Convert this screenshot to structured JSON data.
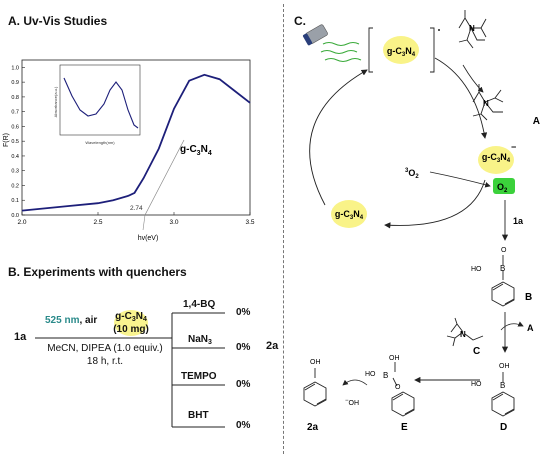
{
  "panel_a": {
    "title": "A. Uv-Vis Studies",
    "ylabel": "F(R)",
    "xlabel": "hv(eV)",
    "x_ticks": [
      "2.0",
      "2.5",
      "3.0",
      "3.5"
    ],
    "y_ticks": [
      "0.0",
      "0.1",
      "0.2",
      "0.3",
      "0.4",
      "0.5",
      "0.6",
      "0.7",
      "0.8",
      "0.9",
      "1.0"
    ],
    "bandgap_label": "2.74",
    "curve_label_main": "g-C",
    "inset_xlabel": "Wavelength(nm)",
    "inset_ylabel": "Absorbance(a.u.)"
  },
  "panel_b": {
    "title": "B. Experiments with quenchers",
    "reactant": "1a",
    "product": "2a",
    "light": "525 nm",
    "air": ", air",
    "catalyst_amount": "(10 mg)",
    "conditions_line1": "MeCN, DIPEA (1.0 equiv.)",
    "conditions_line2": "18 h, r.t.",
    "quenchers": [
      {
        "name": "1,4-BQ",
        "yield": "0%"
      },
      {
        "name": "NaN",
        "yield": "0%"
      },
      {
        "name": "TEMPO",
        "yield": "0%"
      },
      {
        "name": "BHT",
        "yield": "0%"
      }
    ],
    "colors": {
      "light": "#2a8a8a"
    }
  },
  "panel_c": {
    "title": "C.",
    "label_A": "A",
    "label_B": "B",
    "label_C": "C",
    "label_D": "D",
    "label_E": "E",
    "label_2a": "2a",
    "reagent_1a": "1a",
    "reagent_A": "A",
    "o2": "O",
    "o2_sup": "3",
    "superoxide": "O",
    "hydroxide": "OH",
    "b_ho": "HO",
    "d_ho": "HO",
    "oh": "OH",
    "b_atom": "B",
    "n_atom": "N"
  },
  "chart_data": {
    "type": "line",
    "x": [
      2.0,
      2.3,
      2.5,
      2.6,
      2.7,
      2.74,
      2.8,
      2.9,
      3.0,
      3.1,
      3.2,
      3.3,
      3.4,
      3.5
    ],
    "series": [
      {
        "values": [
          0.03,
          0.06,
          0.08,
          0.1,
          0.13,
          0.15,
          0.25,
          0.45,
          0.72,
          0.91,
          0.95,
          0.92,
          0.84,
          0.76
        ]
      }
    ],
    "xlim": [
      2.0,
      3.5
    ],
    "ylim": [
      0.0,
      1.05
    ],
    "xlabel": "hv(eV)",
    "ylabel": "F(R)"
  }
}
